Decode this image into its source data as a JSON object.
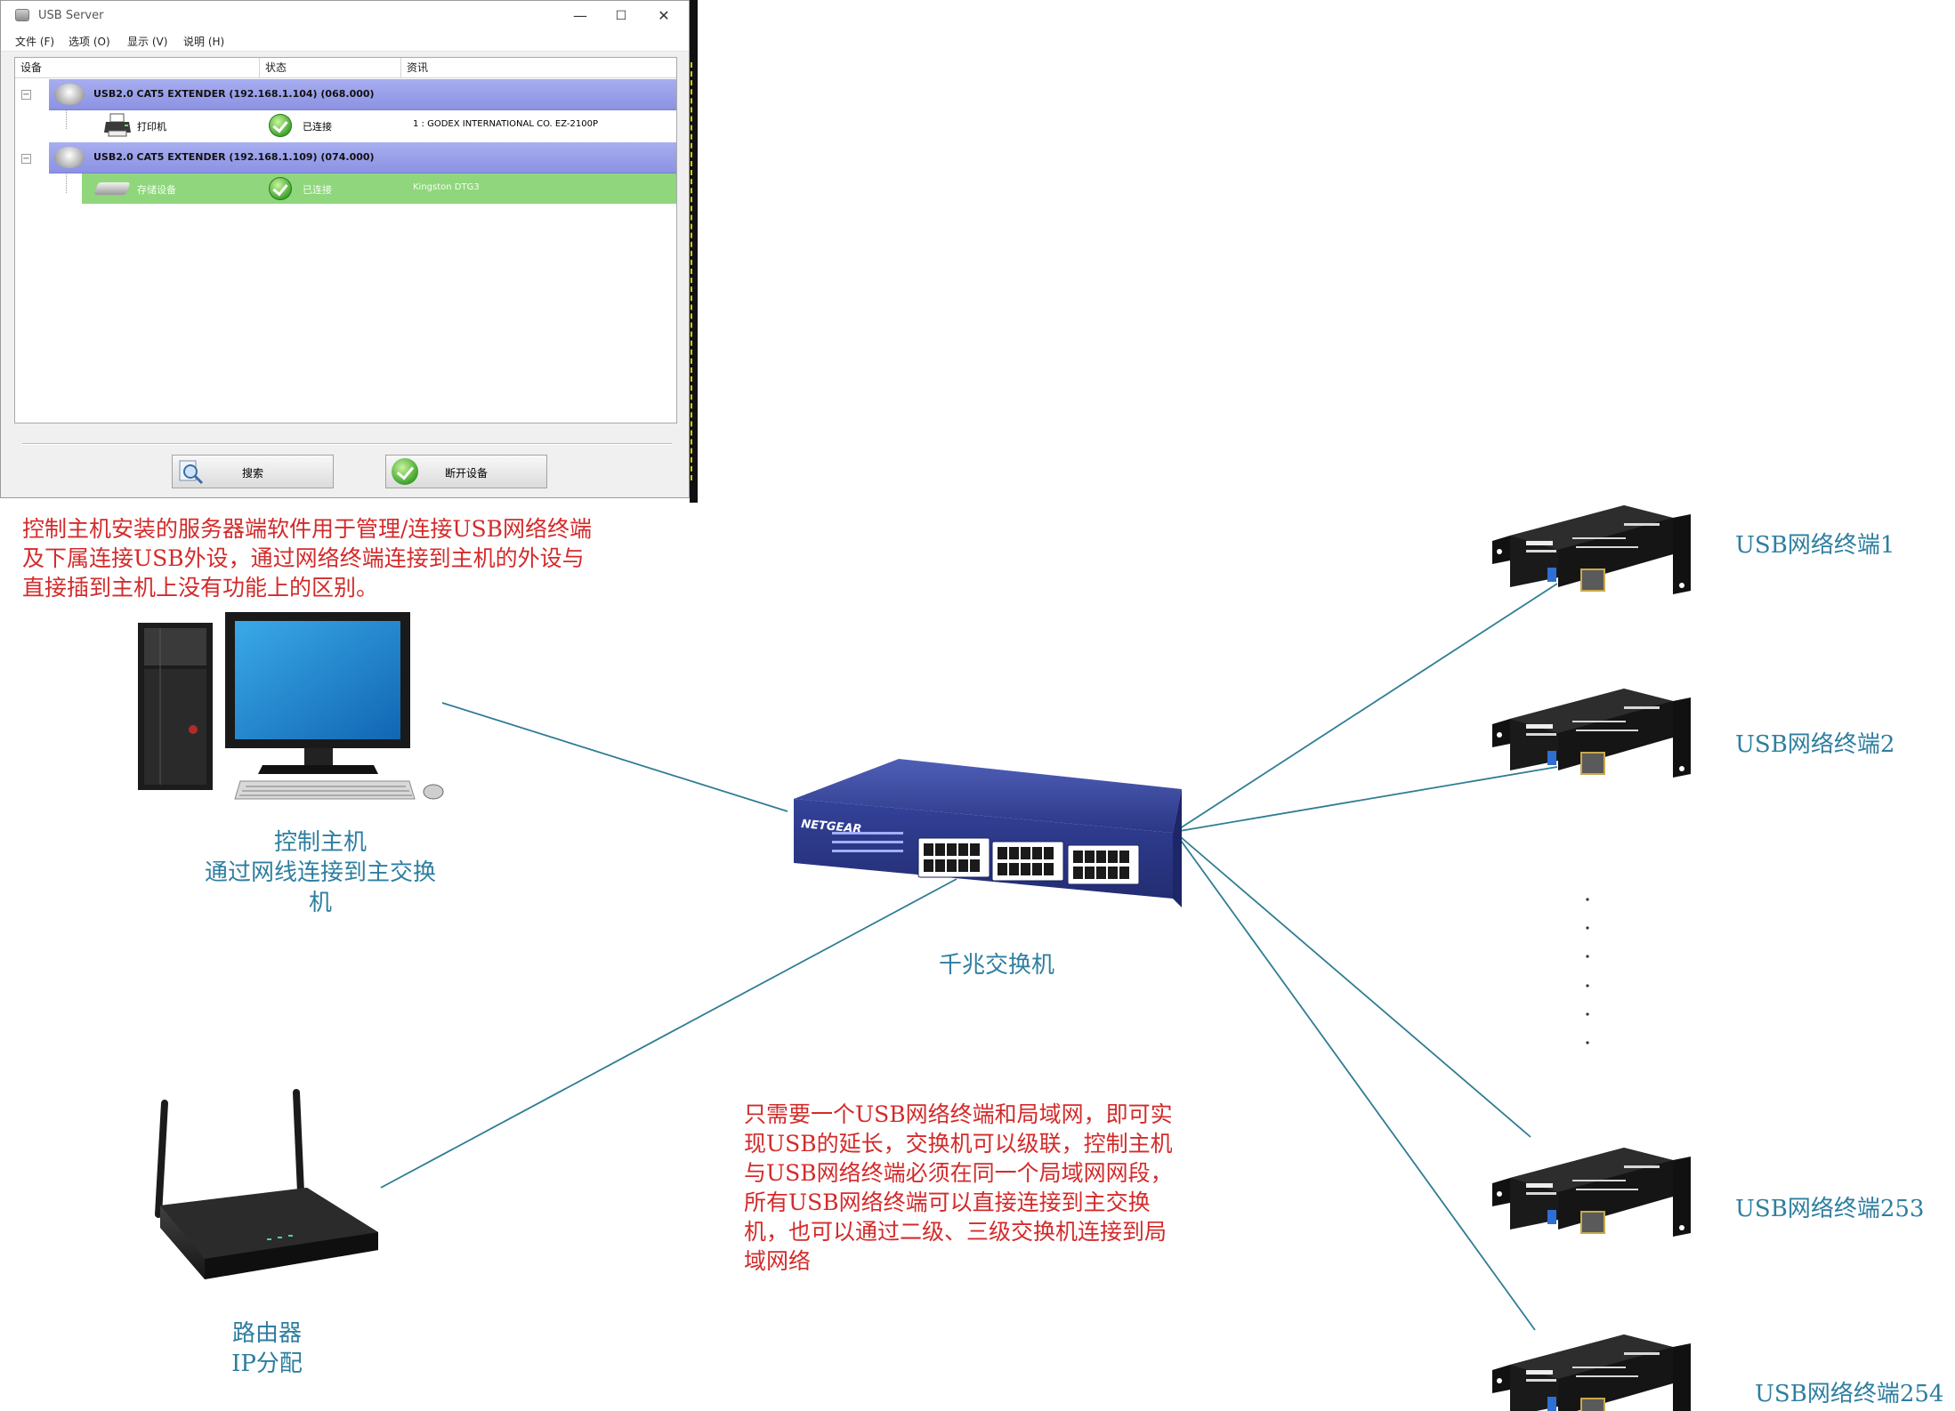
{
  "window": {
    "title": "USB Server",
    "minimize": "—",
    "maximize": "☐",
    "close": "✕",
    "menu": [
      "文件 (F)",
      "选项 (O)",
      "显示 (V)",
      "说明 (H)"
    ],
    "columns": [
      "设备",
      "状态",
      "资讯"
    ],
    "groups": [
      {
        "label": "USB2.0 CAT5 EXTENDER  (192.168.1.104) (068.000)",
        "device": {
          "name": "打印机",
          "status": "已连接",
          "info": "1 : GODEX INTERNATIONAL CO. EZ-2100P",
          "selected": false
        }
      },
      {
        "label": "USB2.0 CAT5 EXTENDER  (192.168.1.109) (074.000)",
        "device": {
          "name": "存储设备",
          "status": "已连接",
          "info": "Kingston DTG3",
          "selected": true
        }
      }
    ],
    "buttons": {
      "search": "搜索",
      "disconnect": "断开设备"
    }
  },
  "notes": {
    "server_software": [
      "控制主机安装的服务器端软件用于管理/连接USB网络终端",
      "及下属连接USB外设，通过网络终端连接到主机的外设与",
      "直接插到主机上没有功能上的区别。"
    ],
    "lan_note": [
      "只需要一个USB网络终端和局域网，即可实",
      "现USB的延长，交换机可以级联，控制主机",
      "与USB网络终端必须在同一个局域网网段，",
      "所有USB网络终端可以直接连接到主交换",
      "机，也可以通过二级、三级交换机连接到局",
      "域网络"
    ]
  },
  "nodes": {
    "host": {
      "label": [
        "控制主机",
        "通过网线连接到主交换",
        "机"
      ]
    },
    "switch": {
      "label": "千兆交换机",
      "brand": "NETGEAR"
    },
    "router": {
      "label": [
        "路由器",
        "IP分配"
      ]
    },
    "terminals": [
      "USB网络终端1",
      "USB网络终端2",
      "USB网络终端253",
      "USB网络终端254"
    ]
  },
  "colors": {
    "link_line": "#2f7d94",
    "note_red": "#d32b2b",
    "label_teal": "#2e7ea0",
    "switch_blue": "#2f3b8f",
    "row_group": "#8b92e2",
    "row_selected": "#8fd67c"
  }
}
